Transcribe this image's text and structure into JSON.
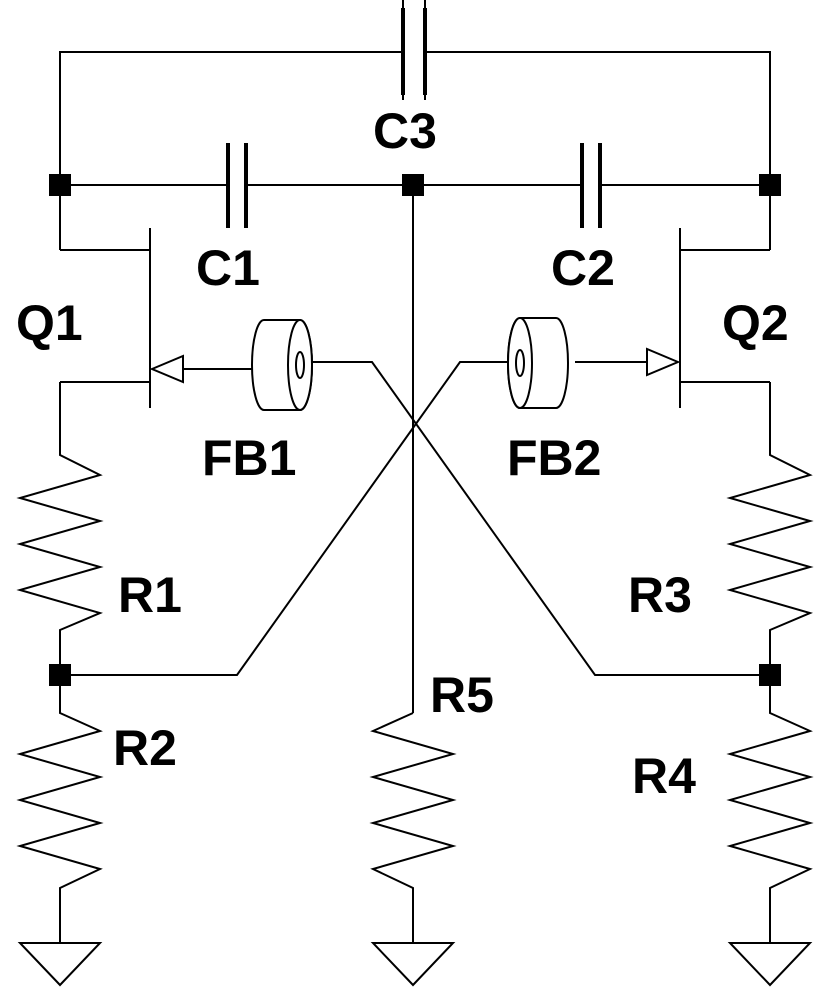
{
  "components": {
    "capacitors": [
      "C1",
      "C2",
      "C3"
    ],
    "transistors": [
      "Q1",
      "Q2"
    ],
    "ferrite_beads": [
      "FB1",
      "FB2"
    ],
    "resistors": [
      "R1",
      "R2",
      "R3",
      "R4",
      "R5"
    ]
  },
  "icons": [
    "capacitor-icon",
    "npn-transistor-icon",
    "ferrite-bead-icon",
    "resistor-icon",
    "ground-icon",
    "junction-dot-icon"
  ],
  "colors": {
    "ink": "#000000",
    "background": "#ffffff"
  }
}
